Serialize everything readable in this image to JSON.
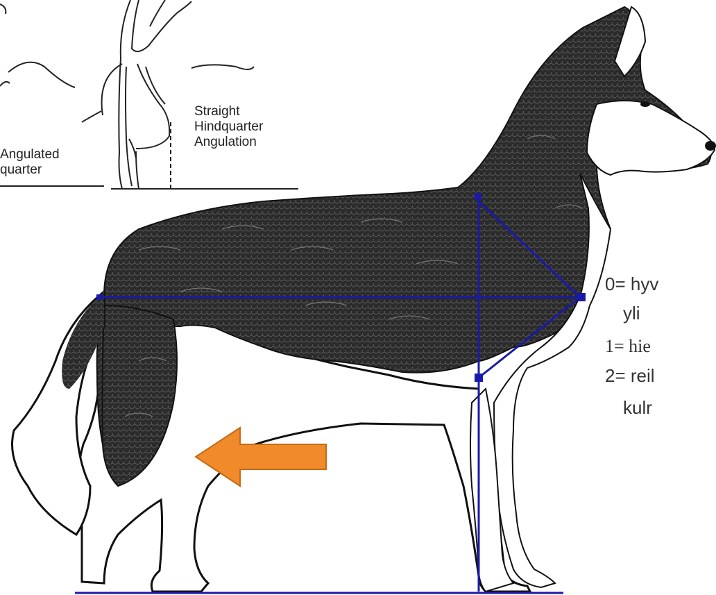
{
  "inset": {
    "left_label": "Angulated\nquarter",
    "right_label": "Straight\nHindquarter\nAngulation"
  },
  "legend": [
    {
      "text": "0= hyv",
      "font": "sans"
    },
    {
      "text": "yli",
      "font": "sans"
    },
    {
      "text": "1= hie",
      "font": "serif"
    },
    {
      "text": "2= reil",
      "font": "sans"
    },
    {
      "text": "kulr",
      "font": "sans"
    }
  ],
  "colors": {
    "measure_line": "#1a1aa8",
    "arrow_fill": "#f08a2a",
    "arrow_stroke": "#c46a15",
    "coat_dark": "#2b2b2b",
    "outline": "#111111"
  },
  "icons": {
    "arrow": "arrow-left-icon",
    "dog": "husky-dog-illustration",
    "leg": "hindquarter-leg-sketch"
  }
}
